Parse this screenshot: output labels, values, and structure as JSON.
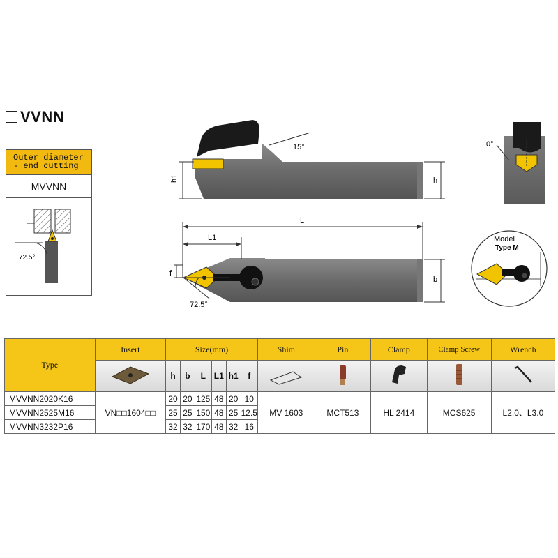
{
  "title": "VVNN",
  "side_card": {
    "description_line1": "Outer diameter",
    "description_line2": "- end cutting",
    "code": "MVVNN",
    "angle": "72.5°"
  },
  "drawing": {
    "angle_top": "15°",
    "angle_end": "0°",
    "angle_bottom": "72.5°",
    "dim_h1": "h1",
    "dim_h": "h",
    "dim_L": "L",
    "dim_L1": "L1",
    "dim_f": "f",
    "dim_b": "b",
    "model_label": "Model",
    "model_type": "Type M"
  },
  "table": {
    "type_label": "Type",
    "headers": {
      "insert": "Insert",
      "size": "Size(mm)",
      "shim": "Shim",
      "pin": "Pin",
      "clamp": "Clamp",
      "clamp_screw": "Clamp Screw",
      "wrench": "Wrench"
    },
    "dim_cols": [
      "h",
      "b",
      "L",
      "L1",
      "h1",
      "f"
    ],
    "rows": [
      {
        "model": "MVVNN2020K16",
        "dims": [
          "20",
          "20",
          "125",
          "48",
          "20",
          "10"
        ]
      },
      {
        "model": "MVVNN2525M16",
        "dims": [
          "25",
          "25",
          "150",
          "48",
          "25",
          "12.5"
        ]
      },
      {
        "model": "MVVNN3232P16",
        "dims": [
          "32",
          "32",
          "170",
          "48",
          "32",
          "16"
        ]
      }
    ],
    "insert": "VN□□1604□□",
    "shim": "MV 1603",
    "pin": "MCT513",
    "clamp": "HL 2414",
    "clamp_screw": "MCS625",
    "wrench": "L2.0、L3.0"
  }
}
